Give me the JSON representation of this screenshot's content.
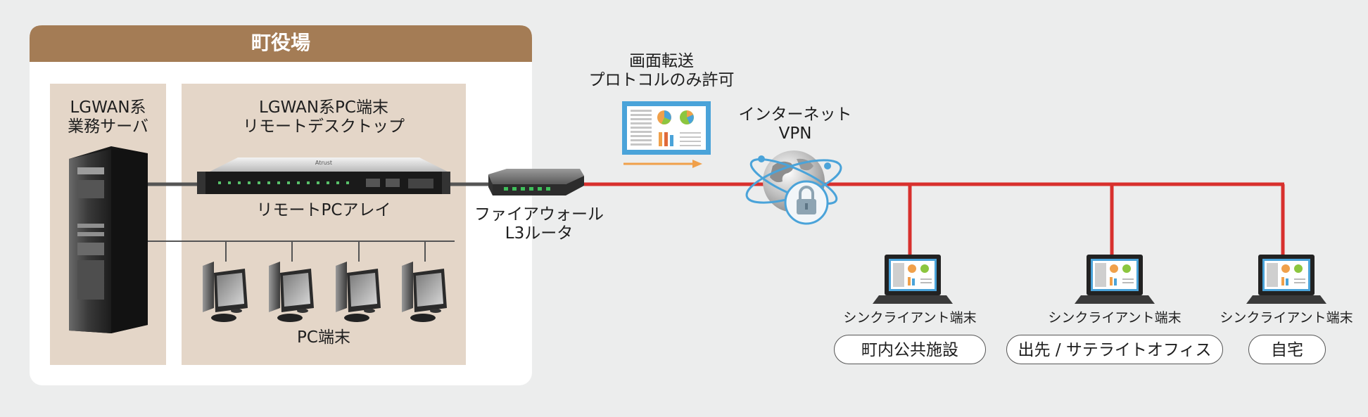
{
  "office": {
    "title": "町役場"
  },
  "lgwan_server": {
    "label_line1": "LGWAN系",
    "label_line2": "業務サーバ"
  },
  "lgwan_pc": {
    "label_line1": "LGWAN系PC端末",
    "label_line2": "リモートデスクトップ"
  },
  "remote_pc_array": {
    "label": "リモートPCアレイ",
    "brand": "Atrust"
  },
  "pc_terminals": {
    "label": "PC端末",
    "count": 4
  },
  "firewall": {
    "label_line1": "ファイアウォール",
    "label_line2": "L3ルータ"
  },
  "screen_transfer": {
    "label_line1": "画面転送",
    "label_line2": "プロトコルのみ許可"
  },
  "internet": {
    "label_line1": "インターネット",
    "label_line2": "VPN"
  },
  "clients": [
    {
      "type_label": "シンクライアント端末",
      "location": "町内公共施設"
    },
    {
      "type_label": "シンクライアント端末",
      "location": "出先 / サテライトオフィス"
    },
    {
      "type_label": "シンクライアント端末",
      "location": "自宅"
    }
  ],
  "colors": {
    "header_brown": "#a47c55",
    "panel_beige": "#e4d6c8",
    "network_red": "#d8302d",
    "arrow_orange": "#f0a04a",
    "monitor_blue": "#4aa3d9"
  }
}
